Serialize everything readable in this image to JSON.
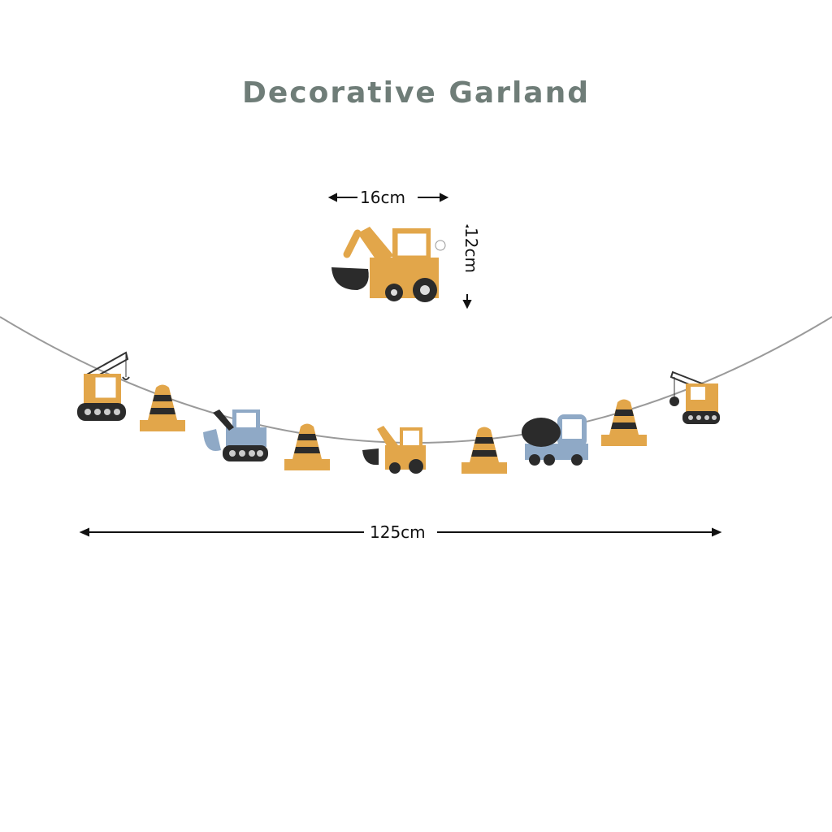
{
  "title": "Decorative Garland",
  "dimensions": {
    "piece_width": "16cm",
    "piece_height": "12cm",
    "garland_length": "125cm"
  },
  "colors": {
    "title": "#6f7d78",
    "mustard": "#e2a64a",
    "dark": "#2b2b2b",
    "blue": "#8fa9c6",
    "string": "#9a9a9a"
  },
  "garland_items": [
    "crane-truck",
    "traffic-cone",
    "blue-excavator",
    "traffic-cone",
    "yellow-excavator",
    "traffic-cone",
    "cement-mixer",
    "traffic-cone",
    "wrecking-crane"
  ]
}
